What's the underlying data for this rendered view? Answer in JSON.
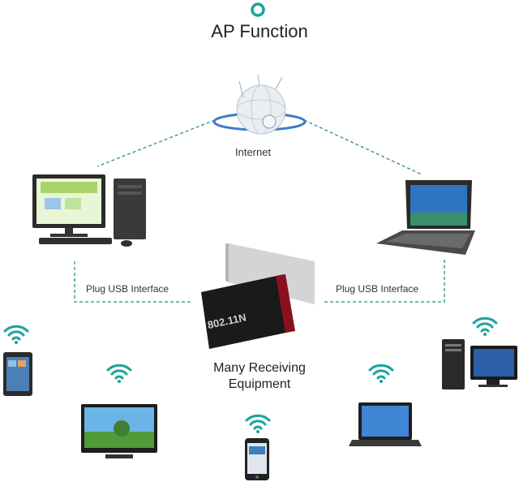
{
  "title": "AP Function",
  "labels": {
    "internet": "Internet",
    "plug_left": "Plug USB Interface",
    "plug_right": "Plug USB Interface",
    "center_line1": "Many Receiving",
    "center_line2": "Equipment",
    "adapter_print": "802.11N"
  },
  "colors": {
    "accent": "#1ba39c",
    "dash": "#2a8f7f",
    "adapter_body": "#1a1a1a",
    "adapter_tip": "#c9c9c9"
  },
  "icons": [
    "globe-icon",
    "desktop-pc-icon",
    "laptop-icon",
    "usb-adapter-icon",
    "tablet-icon",
    "tv-icon",
    "phone-icon",
    "small-laptop-icon",
    "tower-pc-icon",
    "wifi-icon"
  ]
}
